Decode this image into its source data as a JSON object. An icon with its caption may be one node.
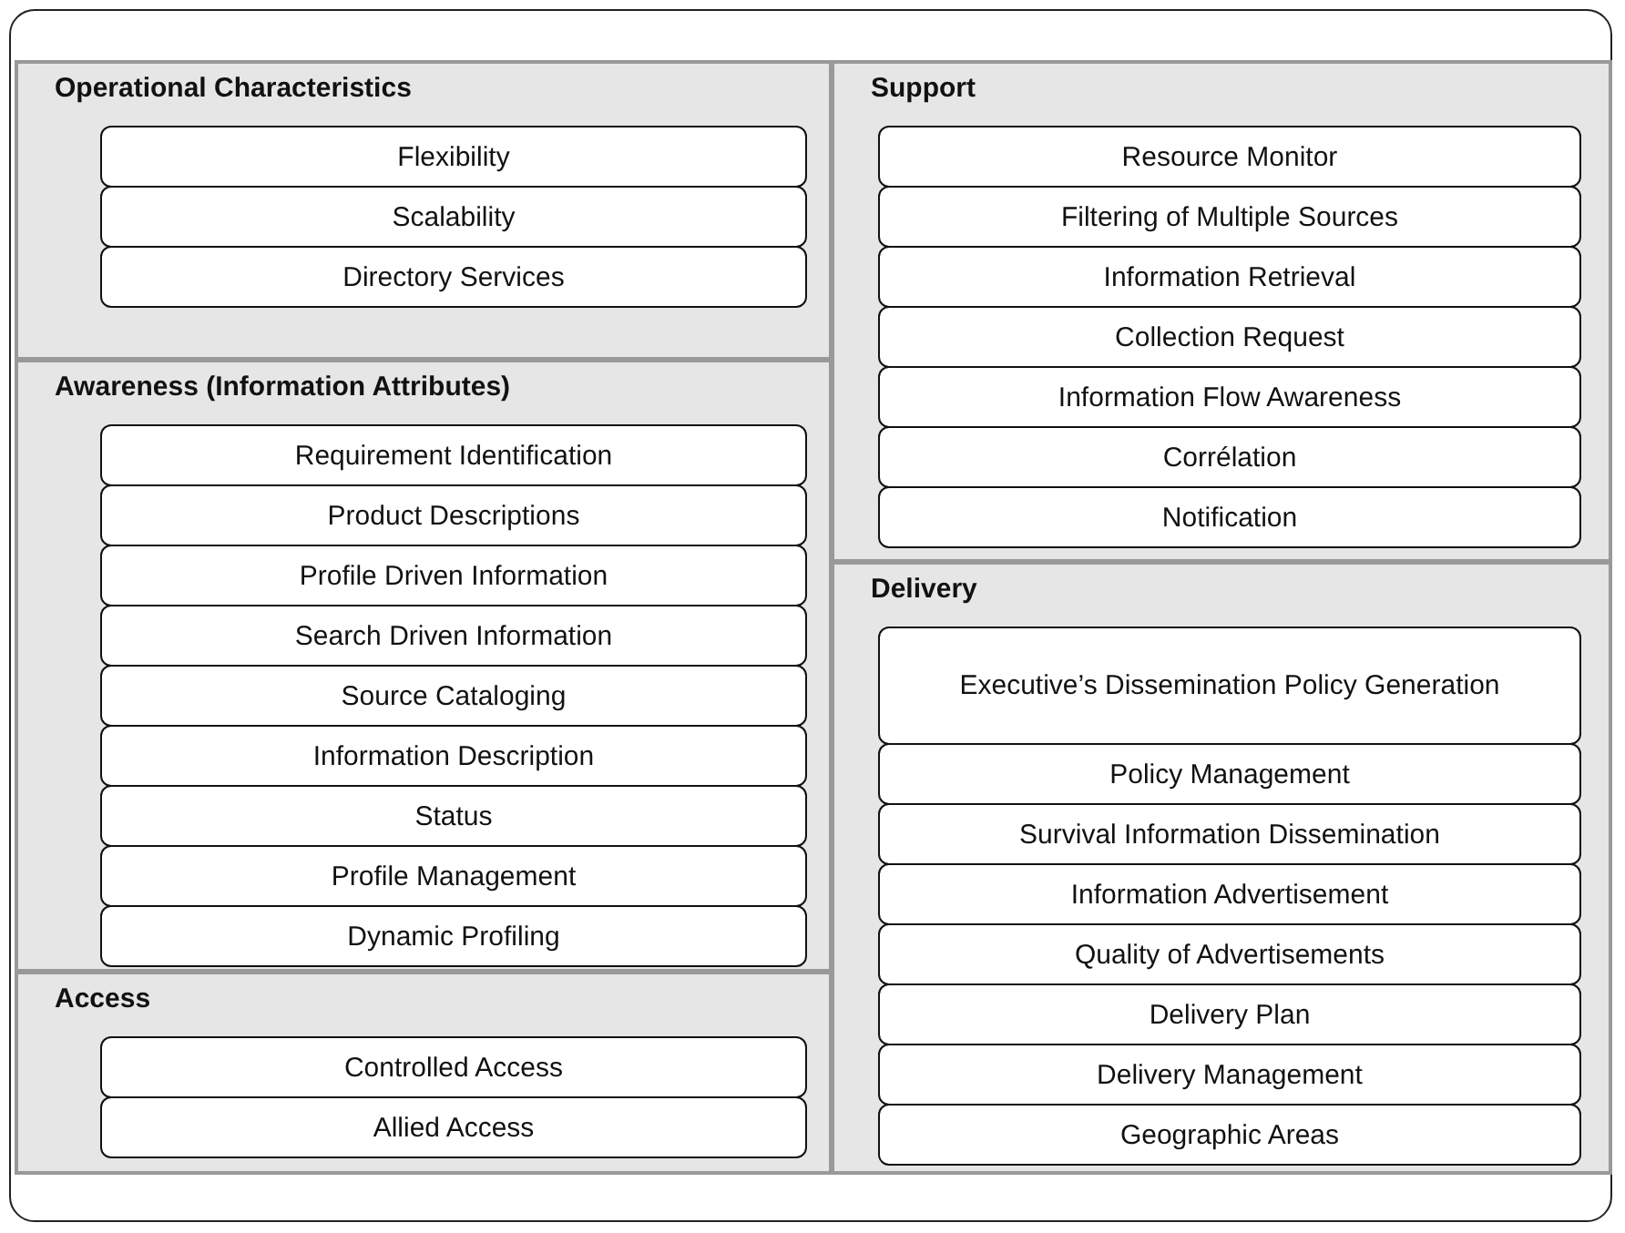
{
  "diagram": {
    "nodes": [
      {
        "text": [
          "Operational Characteristics"
        ]
      },
      {
        "text": [
          "Flexibility"
        ],
        "in": 0
      },
      {
        "text": [
          "Scalability"
        ],
        "in": 0
      },
      {
        "text": [
          "Directory Services"
        ],
        "in": 0
      },
      {
        "text": [
          "Awareness (Information Attributes)"
        ]
      },
      {
        "text": [
          "Requirement Identification"
        ],
        "in": 4
      },
      {
        "text": [
          "Product Descriptions"
        ],
        "in": 4
      },
      {
        "text": [
          "Profile Driven Information"
        ],
        "in": 4
      },
      {
        "text": [
          "Search Driven Information"
        ],
        "in": 4
      },
      {
        "text": [
          "Source Cataloging"
        ],
        "in": 4
      },
      {
        "text": [
          "Information Description"
        ],
        "in": 4
      },
      {
        "text": [
          "Status"
        ],
        "in": 4
      },
      {
        "text": [
          "Profile Management"
        ],
        "in": 4
      },
      {
        "text": [
          "Dynamic Profiling"
        ],
        "in": 4
      },
      {
        "text": [
          "Access"
        ]
      },
      {
        "text": [
          "Controlled Access"
        ],
        "in": 14
      },
      {
        "text": [
          "Allied Access"
        ],
        "in": 14
      },
      {
        "text": [
          "Support"
        ]
      },
      {
        "text": [
          "Resource Monitor"
        ],
        "in": 17
      },
      {
        "text": [
          "Filtering of Multiple Sources"
        ],
        "in": 17
      },
      {
        "text": [
          "Information Retrieval"
        ],
        "in": 17
      },
      {
        "text": [
          "Collection Request"
        ],
        "in": 17
      },
      {
        "text": [
          "Information Flow Awareness"
        ],
        "in": 17
      },
      {
        "text": [
          "Corrélation"
        ],
        "in": 17
      },
      {
        "text": [
          "Notification"
        ],
        "in": 17
      },
      {
        "text": [
          "Delivery"
        ]
      },
      {
        "text": [
          "Executive’s Dissemination Policy Generation"
        ],
        "in": 25
      },
      {
        "text": [
          "Policy Management"
        ],
        "in": 25
      },
      {
        "text": [
          "Survival Information Dissemination"
        ],
        "in": 25
      },
      {
        "text": [
          "Information Advertisement"
        ],
        "in": 25
      },
      {
        "text": [
          "Quality of Advertisements"
        ],
        "in": 25
      },
      {
        "text": [
          "Delivery Plan"
        ],
        "in": 25
      },
      {
        "text": [
          "Delivery Management"
        ],
        "in": 25
      },
      {
        "text": [
          "Geographic Areas"
        ],
        "in": 25
      }
    ]
  }
}
